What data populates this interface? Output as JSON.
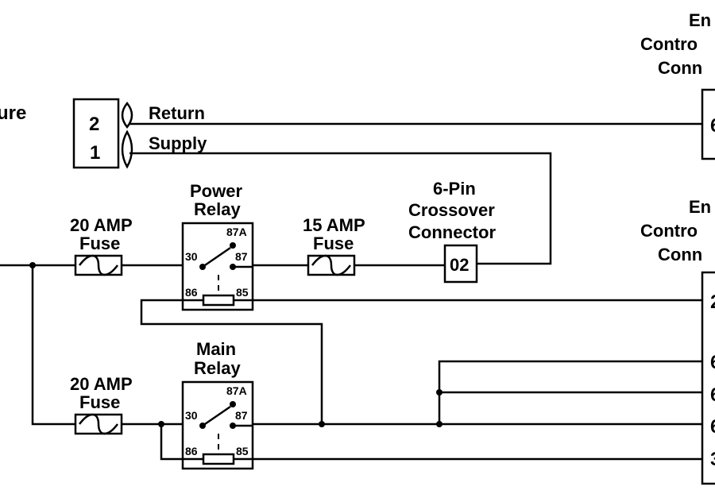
{
  "labels": {
    "ecm_top": [
      "En",
      "Contro",
      "Conn"
    ],
    "ecm_bottom": [
      "En",
      "Contro",
      "Conn"
    ],
    "left_cut": "ure",
    "return": "Return",
    "supply": "Supply",
    "sensor_pin_2": "2",
    "sensor_pin_1": "1",
    "power_relay": [
      "Power",
      "Relay"
    ],
    "main_relay": [
      "Main",
      "Relay"
    ],
    "fuse_top": [
      "20 AMP",
      "Fuse"
    ],
    "fuse_bottom": [
      "20 AMP",
      "Fuse"
    ],
    "fuse_15": [
      "15 AMP",
      "Fuse"
    ],
    "crossover": [
      "6-Pin",
      "Crossover",
      "Connector"
    ],
    "crossover_pin": "02",
    "relay_pins": {
      "p87a": "87A",
      "p30": "30",
      "p87": "87",
      "p86": "86",
      "p85": "85"
    },
    "ecm_top_pin": "6",
    "ecm_bottom_pins": [
      "2",
      "6",
      "6",
      "6",
      "3"
    ]
  }
}
